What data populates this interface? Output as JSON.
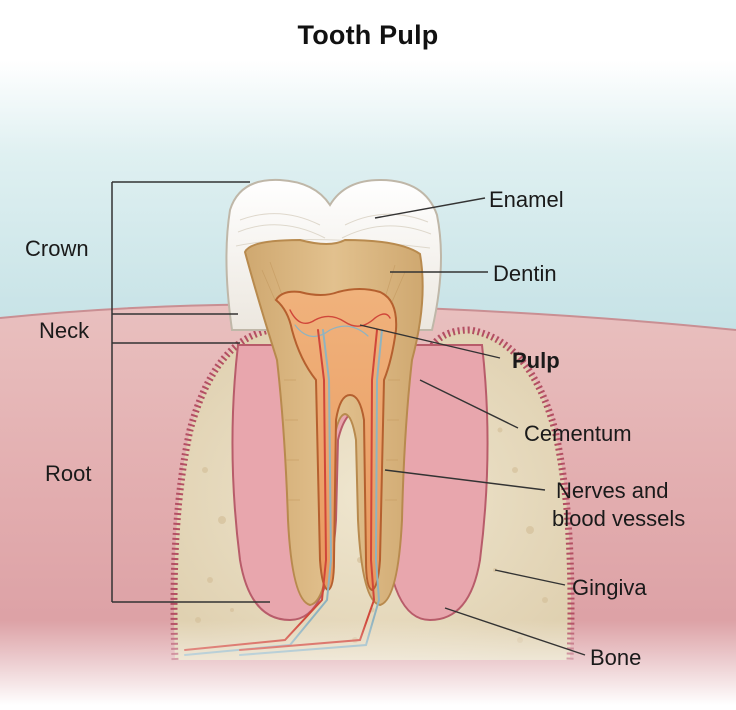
{
  "title": "Tooth Pulp",
  "labels": {
    "crown": "Crown",
    "neck": "Neck",
    "root": "Root",
    "enamel": "Enamel",
    "dentin": "Dentin",
    "pulp": "Pulp",
    "cementum": "Cementum",
    "nerves_line1": "Nerves and",
    "nerves_line2": "blood vessels",
    "gingiva": "Gingiva",
    "bone": "Bone"
  },
  "colors": {
    "background_top": "#ffffff",
    "background_sky": "#cfe7ea",
    "gum": "#e8bcbc",
    "gum_dark": "#b5596b",
    "bone": "#e7dcc4",
    "enamel": "#f7f5f1",
    "dentin": "#d8b27a",
    "pulp": "#e59b62",
    "nerve": "#8fb3c0",
    "vessel": "#d0473a"
  }
}
